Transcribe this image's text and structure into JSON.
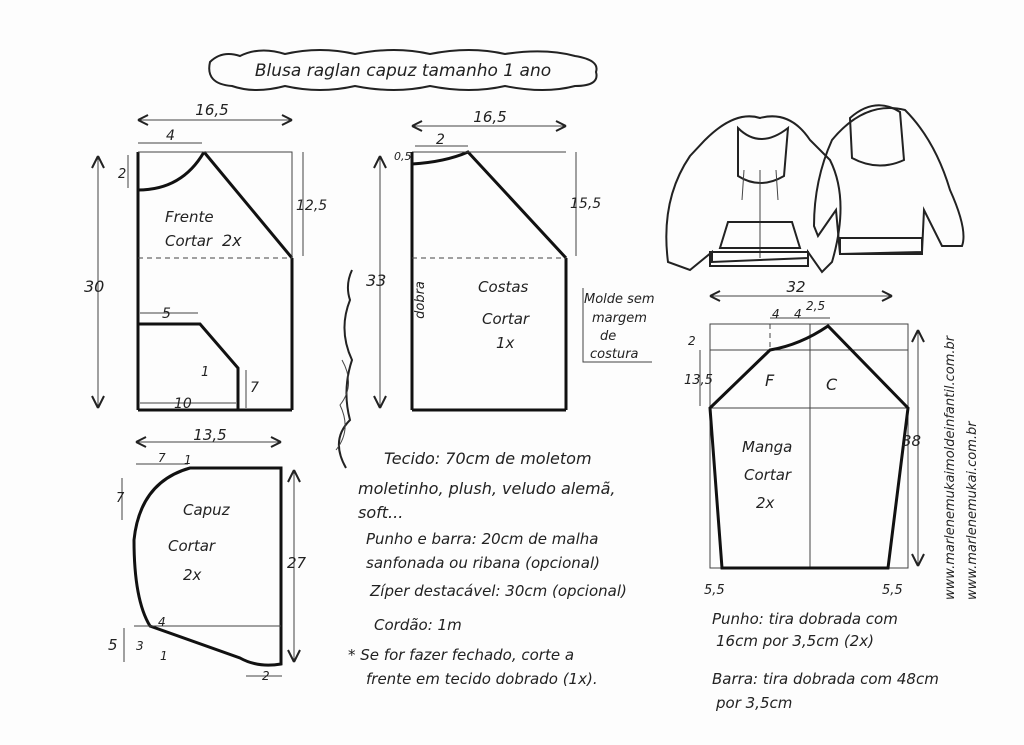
{
  "title": "Blusa raglan capuz tamanho 1 ano",
  "frente": {
    "width": "16,5",
    "neck": "4",
    "neck_drop": "2",
    "side_top": "12,5",
    "height": "30",
    "label1": "Frente",
    "label2": "Cortar",
    "label3": "2x",
    "pocket_top": "5",
    "pocket_bottom": "10",
    "pocket_diag": "1",
    "pocket_side": "7"
  },
  "costas": {
    "width": "16,5",
    "neck": "2",
    "neck_drop": "0,5",
    "side_top": "15,5",
    "height": "33",
    "fold": "dobra",
    "label1": "Costas",
    "label2": "Cortar",
    "label3": "1x"
  },
  "molde_note": [
    "Molde sem",
    "margem",
    "de",
    "costura"
  ],
  "capuz": {
    "width": "13,5",
    "top_a": "7",
    "top_b": "1",
    "curve": "7",
    "height": "27",
    "bottom_left": "5",
    "small_a": "4",
    "small_b": "3",
    "small_c": "1",
    "small_d": "2",
    "label1": "Capuz",
    "label2": "Cortar",
    "label3": "2x"
  },
  "manga": {
    "width": "32",
    "top_a": "4",
    "top_b": "4",
    "top_c": "2,5",
    "drop": "2",
    "raglan": "13,5",
    "height": "38",
    "left_f": "F",
    "right_c": "C",
    "cuff_left": "5,5",
    "cuff_right": "5,5",
    "label1": "Manga",
    "label2": "Cortar",
    "label3": "2x"
  },
  "signature": "Marlene Mukai",
  "notes": [
    "Tecido: 70cm de moletom",
    "moletinho, plush, veludo alemã,",
    "soft...",
    "Punho e barra: 20cm de malha",
    "sanfonada ou ribana (opcional)",
    "Zíper destacável: 30cm (opcional)",
    "Cordão: 1m",
    "* Se for fazer fechado, corte a",
    "frente em tecido dobrado (1x)."
  ],
  "punho_note": [
    "Punho: tira dobrada com",
    "16cm por 3,5cm (2x)"
  ],
  "barra_note": [
    "Barra: tira dobrada com 48cm",
    "por 3,5cm"
  ],
  "side_urls": [
    "www.marlenemukaimoldeinfantil.com.br",
    "www.marlenemukai.com.br"
  ]
}
